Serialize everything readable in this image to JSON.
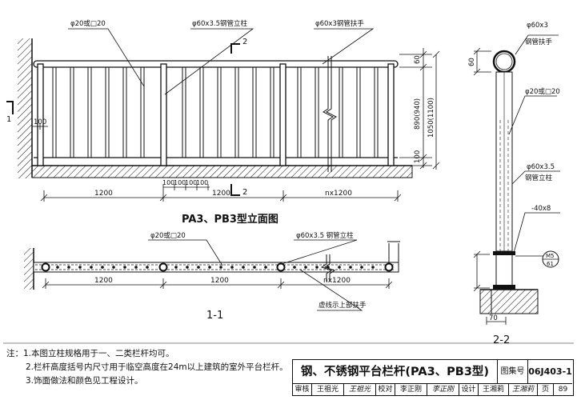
{
  "elevation": {
    "labels": {
      "baluster": "φ20或□20",
      "post": "φ60x3.5钢管立柱",
      "handrail": "φ60x3钢管扶手",
      "wall_offset": "100",
      "dim_top": "60",
      "dim_height": "890(940)",
      "dim_total": "1050(1100)",
      "dim_bottom": "100"
    },
    "section_marks": {
      "one": "1",
      "two": "2"
    },
    "dims": [
      "1200",
      "100",
      "100",
      "100",
      "100",
      "1200",
      "nx1200"
    ],
    "title": "PA3、PB3型立面图"
  },
  "plan": {
    "labels": {
      "baluster": "φ20或□20",
      "post": "φ60x3.5 钢管立柱",
      "dashed_note": "虚线示上部扶手"
    },
    "dims": [
      "1200",
      "1200",
      "nx1200"
    ],
    "title": "1-1"
  },
  "section": {
    "labels": {
      "top_size": "φ60x3",
      "top_name": "钢管扶手",
      "dim_top": "60",
      "baluster": "φ20或□20",
      "post_size": "φ60x3.5",
      "post_name": "钢管立柱",
      "plate": "-40x8",
      "ref_top": "M5",
      "ref_bottom": "61",
      "dim_base": "70"
    },
    "title": "2-2"
  },
  "notes": [
    "注：1.本图立柱规格用于一、二类栏杆均可。",
    "2.栏杆高度括号内尺寸用于临空高度在24m以上建筑的室外平台栏杆。",
    "3.饰面做法和颜色见工程设计。"
  ],
  "title_block": {
    "title": "钢、不锈钢平台栏杆(PA3、PB3型)",
    "atlas_label": "图集号",
    "atlas_no": "06J403-1",
    "review_label": "审核",
    "reviewer": "王祖光",
    "reviewer_sign": "王祖光",
    "check_label": "校对",
    "checker": "李正刚",
    "checker_sign": "李正刚",
    "design_label": "设计",
    "designer": "王湘莉",
    "designer_sign": "王湘莉",
    "page_label": "页",
    "page_no": "89"
  }
}
